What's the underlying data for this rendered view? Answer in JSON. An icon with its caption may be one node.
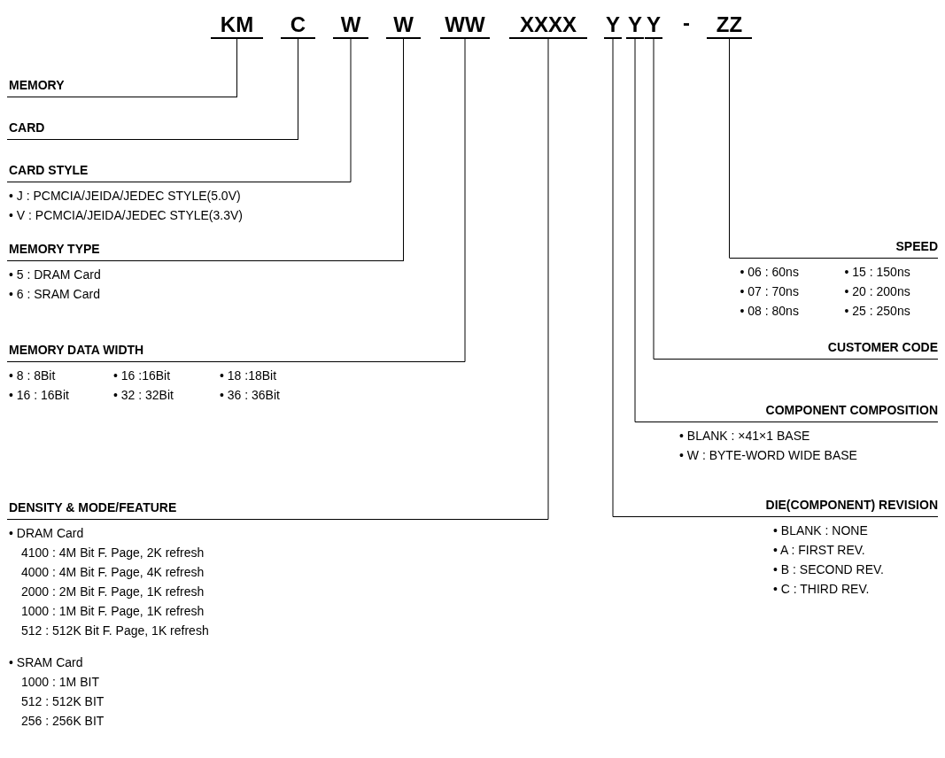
{
  "diagram": {
    "nodes": [
      {
        "text": [
          "KM"
        ]
      },
      {
        "text": [
          "C"
        ]
      },
      {
        "text": [
          "W"
        ]
      },
      {
        "text": [
          "W"
        ]
      },
      {
        "text": [
          "WW"
        ]
      },
      {
        "text": [
          "XXXX"
        ]
      },
      {
        "text": [
          "Y"
        ]
      },
      {
        "text": [
          "Y"
        ]
      },
      {
        "text": [
          "Y"
        ]
      },
      {
        "text": [
          "ZZ"
        ]
      },
      {
        "text": [
          "MEMORY"
        ]
      },
      {
        "text": [
          "CARD"
        ]
      },
      {
        "text": [
          "CARD STYLE",
          "• J : PCMCIA/JEIDA/JEDEC STYLE(5.0V)",
          "• V : PCMCIA/JEIDA/JEDEC STYLE(3.3V)"
        ]
      },
      {
        "text": [
          "MEMORY TYPE",
          "• 5 : DRAM Card",
          "• 6 : SRAM Card"
        ]
      },
      {
        "text": [
          "MEMORY DATA WIDTH",
          "• 8 : 8Bit",
          "• 16 :16Bit",
          "• 18 :18Bit",
          "• 16 : 16Bit",
          "• 32 : 32Bit",
          "• 36 : 36Bit"
        ]
      },
      {
        "text": [
          "DENSITY & MODE/FEATURE",
          "• DRAM Card",
          "4100 : 4M Bit F. Page, 2K refresh",
          "4000 : 4M Bit F. Page, 4K refresh",
          "2000 : 2M Bit F. Page, 1K refresh",
          "1000 : 1M Bit F. Page, 1K refresh",
          "512 : 512K Bit F. Page, 1K refresh",
          "• SRAM Card",
          "1000 : 1M BIT",
          "512 : 512K BIT",
          "256 : 256K BIT"
        ]
      },
      {
        "text": [
          "SPEED",
          "• 06 : 60ns",
          "• 15 : 150ns",
          "• 07 : 70ns",
          "• 20 : 200ns",
          "• 08 : 80ns",
          "• 25 : 250ns"
        ]
      },
      {
        "text": [
          "CUSTOMER CODE"
        ]
      },
      {
        "text": [
          "COMPONENT COMPOSITION",
          "• BLANK : ×41×1 BASE",
          "• W : BYTE-WORD WIDE BASE"
        ]
      },
      {
        "text": [
          "DIE(COMPONENT) REVISION",
          "• BLANK : NONE",
          "• A : FIRST REV.",
          "• B : SECOND REV.",
          "• C : THIRD REV."
        ]
      }
    ],
    "edges": [
      {
        "from": 0,
        "to": 10,
        "arrow": "none"
      },
      {
        "from": 1,
        "to": 11,
        "arrow": "none"
      },
      {
        "from": 2,
        "to": 12,
        "arrow": "none"
      },
      {
        "from": 3,
        "to": 13,
        "arrow": "none"
      },
      {
        "from": 4,
        "to": 14,
        "arrow": "none"
      },
      {
        "from": 5,
        "to": 15,
        "arrow": "none"
      },
      {
        "from": 9,
        "to": 16,
        "arrow": "none"
      },
      {
        "from": 8,
        "to": 17,
        "arrow": "none"
      },
      {
        "from": 7,
        "to": 18,
        "arrow": "none"
      },
      {
        "from": 6,
        "to": 19,
        "arrow": "none"
      }
    ],
    "labels": [
      "-"
    ]
  }
}
